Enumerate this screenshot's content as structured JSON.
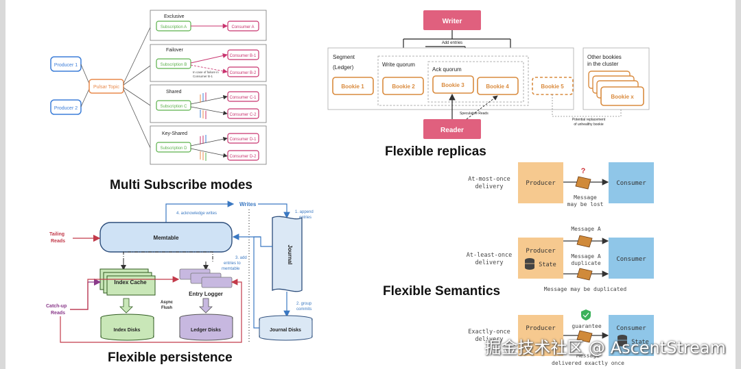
{
  "subscribe": {
    "title": "Multi Subscribe modes",
    "producers": [
      "Producer 1",
      "Producer 2"
    ],
    "topic": "Pulsar Topic",
    "modes": [
      {
        "name": "Exclusive",
        "subscription": "Subscription A",
        "consumers": [
          "Consumer A"
        ]
      },
      {
        "name": "Failover",
        "subscription": "Subscription B",
        "consumers": [
          "Consumer B-1",
          "Consumer B-2"
        ],
        "note_line1": "In case of failure in",
        "note_line2": "Consumer B-1"
      },
      {
        "name": "Shared",
        "subscription": "Subscription C",
        "consumers": [
          "Consumer C-1",
          "Consumer C-2"
        ]
      },
      {
        "name": "Key-Shared",
        "subscription": "Subscription D",
        "consumers": [
          "Consumer D-1",
          "Consumer D-2"
        ]
      }
    ]
  },
  "replicas": {
    "title": "Flexible replicas",
    "writer": "Writer",
    "reader": "Reader",
    "add_entries": "Add entries",
    "segment": "Segment",
    "ledger": "(Ledger)",
    "write_quorum": "Write quorum",
    "ack_quorum": "Ack quorum",
    "bookies": [
      "Bookie 1",
      "Bookie 2",
      "Bookie 3",
      "Bookie 4",
      "Bookie 5"
    ],
    "other_bookies_line1": "Other bookies",
    "other_bookies_line2": "in the cluster",
    "bookie_x": "Bookie x",
    "speculative_reads": "Speculative Reads",
    "replacement_line1": "Potential replacement",
    "replacement_line2": "of unhealthy bookie"
  },
  "persistence": {
    "title": "Flexible persistence",
    "writes": "Writes",
    "ack_writes": "4. acknowledge writes",
    "append_line1": "1. append",
    "append_line2": "entries",
    "tailing_line1": "Tailing",
    "tailing_line2": "Reads",
    "memtable": "Memtable",
    "add_line1": "3. add",
    "add_line2": "entries to",
    "add_line3": "memtable",
    "journal": "Journal",
    "index_cache": "Index Cache",
    "entry_logger": "Entry Logger",
    "async_line1": "Async",
    "async_line2": "Flush",
    "catchup_line1": "Catch-up",
    "catchup_line2": "Reads",
    "group_line1": "2. group",
    "group_line2": "commits",
    "index_disks": "Index Disks",
    "ledger_disks": "Ledger Disks",
    "journal_disks": "Journal Disks"
  },
  "semantics": {
    "title": "Flexible Semantics",
    "rows": [
      {
        "label_line1": "At-most-once",
        "label_line2": "delivery",
        "producer": "Producer",
        "consumer": "Consumer",
        "note_line1": "Message",
        "note_line2": "may be lost",
        "mark": "?"
      },
      {
        "label_line1": "At-least-once",
        "label_line2": "delivery",
        "producer": "Producer",
        "state": "State",
        "consumer": "Consumer",
        "msg_top": "Message A",
        "msg_mid_line1": "Message A",
        "msg_mid_line2": "duplicate",
        "note": "Message may be duplicated"
      },
      {
        "label_line1": "Exactly-once",
        "label_line2": "delivery",
        "producer": "Producer",
        "state": "State",
        "consumer": "Consumer",
        "guarantee": "guarantee",
        "note_line1": "Message",
        "note_line2": "delivered exactly once"
      }
    ]
  },
  "watermark": "掘金技术社区 @ AscentStream",
  "colors": {
    "producer_blue": "#3b7dd8",
    "topic_orange": "#e8884a",
    "subscription_green": "#5ab04a",
    "consumer_magenta": "#c8336e",
    "writer_pink": "#e0607e",
    "bookie_orange": "#d98a3d",
    "memtable_fill": "#cfe2f5",
    "index_green": "#c9e7b8",
    "ledger_purple": "#c7b8e0",
    "journal_blue": "#dbe8f5",
    "sem_producer": "#f6c98f",
    "sem_consumer": "#8fc6e8",
    "arrow_blue": "#3a78c2",
    "arrow_red": "#c23a4a",
    "catchup_purple": "#8a3a8a"
  }
}
